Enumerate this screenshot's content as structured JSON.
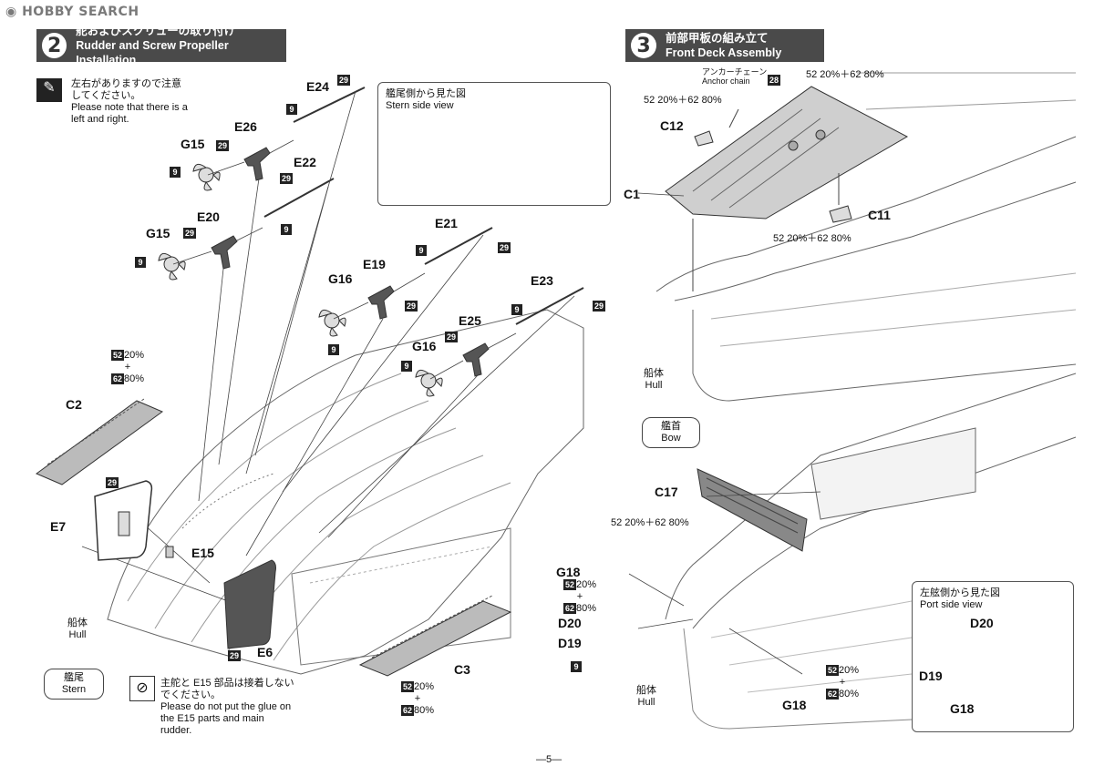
{
  "watermark": "HOBBY SEARCH",
  "page_number": "—5—",
  "step2": {
    "number": "2",
    "title_jp": "舵およびスクリューの取り付け",
    "title_en": "Rudder and Screw Propeller Installation",
    "note_jp": "左右がありますので注意してください。",
    "note_en": "Please note that there is a left and right.",
    "inset_title_jp": "艦尾側から見た図",
    "inset_title_en": "Stern side view",
    "hull_jp": "船体",
    "hull_en": "Hull",
    "stern_jp": "艦尾",
    "stern_en": "Stern",
    "glue_warning_jp": "主舵と E15 部品は接着しないでください。",
    "glue_warning_en": "Please do not put the glue on the E15 parts and main rudder.",
    "paint_c2": [
      "52",
      "20%",
      "+",
      "62",
      "80%"
    ],
    "paint_c3": [
      "52",
      "20%",
      "+",
      "62",
      "80%"
    ]
  },
  "step3": {
    "number": "3",
    "title_jp": "前部甲板の組み立て",
    "title_en": "Front Deck Assembly",
    "anchor_jp": "アンカーチェーン",
    "anchor_en": "Anchor chain",
    "anchor_badge": "28",
    "paint_top": "52 20%＋62 80%",
    "paint_c12": "52 20%＋62 80%",
    "paint_c11": "52 20%＋62 80%",
    "paint_c17": "52 20%＋62 80%",
    "hull_jp": "船体",
    "hull_en": "Hull",
    "bow_jp": "艦首",
    "bow_en": "Bow",
    "port_view_jp": "左舷側から見た図",
    "port_view_en": "Port side view"
  },
  "parts": {
    "E24": "E24",
    "E26": "E26",
    "E22": "E22",
    "E20": "E20",
    "E21": "E21",
    "E19": "E19",
    "E23": "E23",
    "E25": "E25",
    "G15a": "G15",
    "G15b": "G15",
    "G16a": "G16",
    "G16b": "G16",
    "C2": "C2",
    "C3": "C3",
    "E7": "E7",
    "E6": "E6",
    "E15": "E15",
    "C12": "C12",
    "C1": "C1",
    "C11": "C11",
    "C17": "C17",
    "G18a": "G18",
    "G18b": "G18",
    "G18c": "G18",
    "D20a": "D20",
    "D20b": "D20",
    "D19a": "D19",
    "D19b": "D19"
  },
  "badges": {
    "b9": "9",
    "b29": "29"
  }
}
